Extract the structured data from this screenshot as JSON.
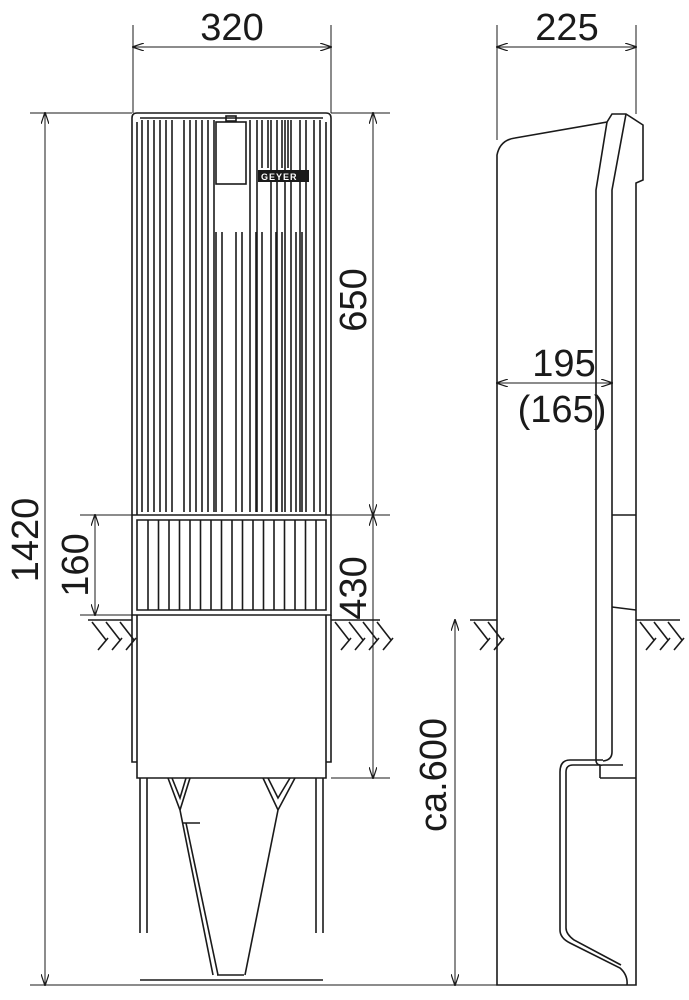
{
  "drawing": {
    "logo_text": "GEYER",
    "dimensions": {
      "front_width": "320",
      "total_height": "1420",
      "upper_height": "650",
      "middle_height": "160",
      "lower_height": "430",
      "burial_depth": "ca.600",
      "side_depth": "225",
      "side_mid_depth": "195",
      "side_mid_depth_alt": "(165)"
    },
    "colors": {
      "line": "#1a1a1a",
      "background": "#ffffff"
    }
  }
}
